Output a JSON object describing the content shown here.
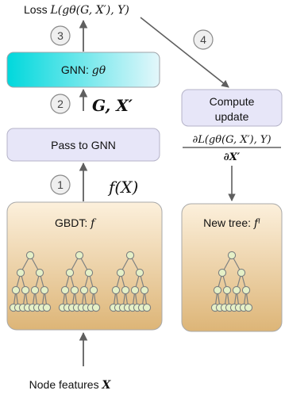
{
  "loss_label": {
    "prefix": "Loss ",
    "formula": "L(gθ(G, X′), Y)"
  },
  "steps": [
    "1",
    "2",
    "3",
    "4"
  ],
  "boxes": {
    "gnn": {
      "label": "GNN: ",
      "symbol": "gθ"
    },
    "pass": {
      "label": "Pass to GNN"
    },
    "gbdt": {
      "label": "GBDT: ",
      "symbol": "f"
    },
    "compute": {
      "line1": "Compute",
      "line2": "update"
    },
    "new_tree": {
      "label": "New tree: ",
      "symbol": "fⁱ"
    }
  },
  "edge_labels": {
    "graph_features": "G, X′",
    "fx": "f(X)"
  },
  "gradient": {
    "numerator": "∂L(gθ(G, X′), Y)",
    "denominator": "∂X′"
  },
  "input_label": {
    "prefix": "Node features ",
    "symbol": "X"
  },
  "colors": {
    "gnn_left": "#00d8dc",
    "gnn_right": "#e4f7fb",
    "pass_fill": "#e7e6f8",
    "gbdt_top": "#fcf0dc",
    "gbdt_bottom": "#ddb577",
    "node_fill": "#e5f0c7",
    "node_stroke": "#7d8080",
    "step_circle": "#efefef"
  }
}
